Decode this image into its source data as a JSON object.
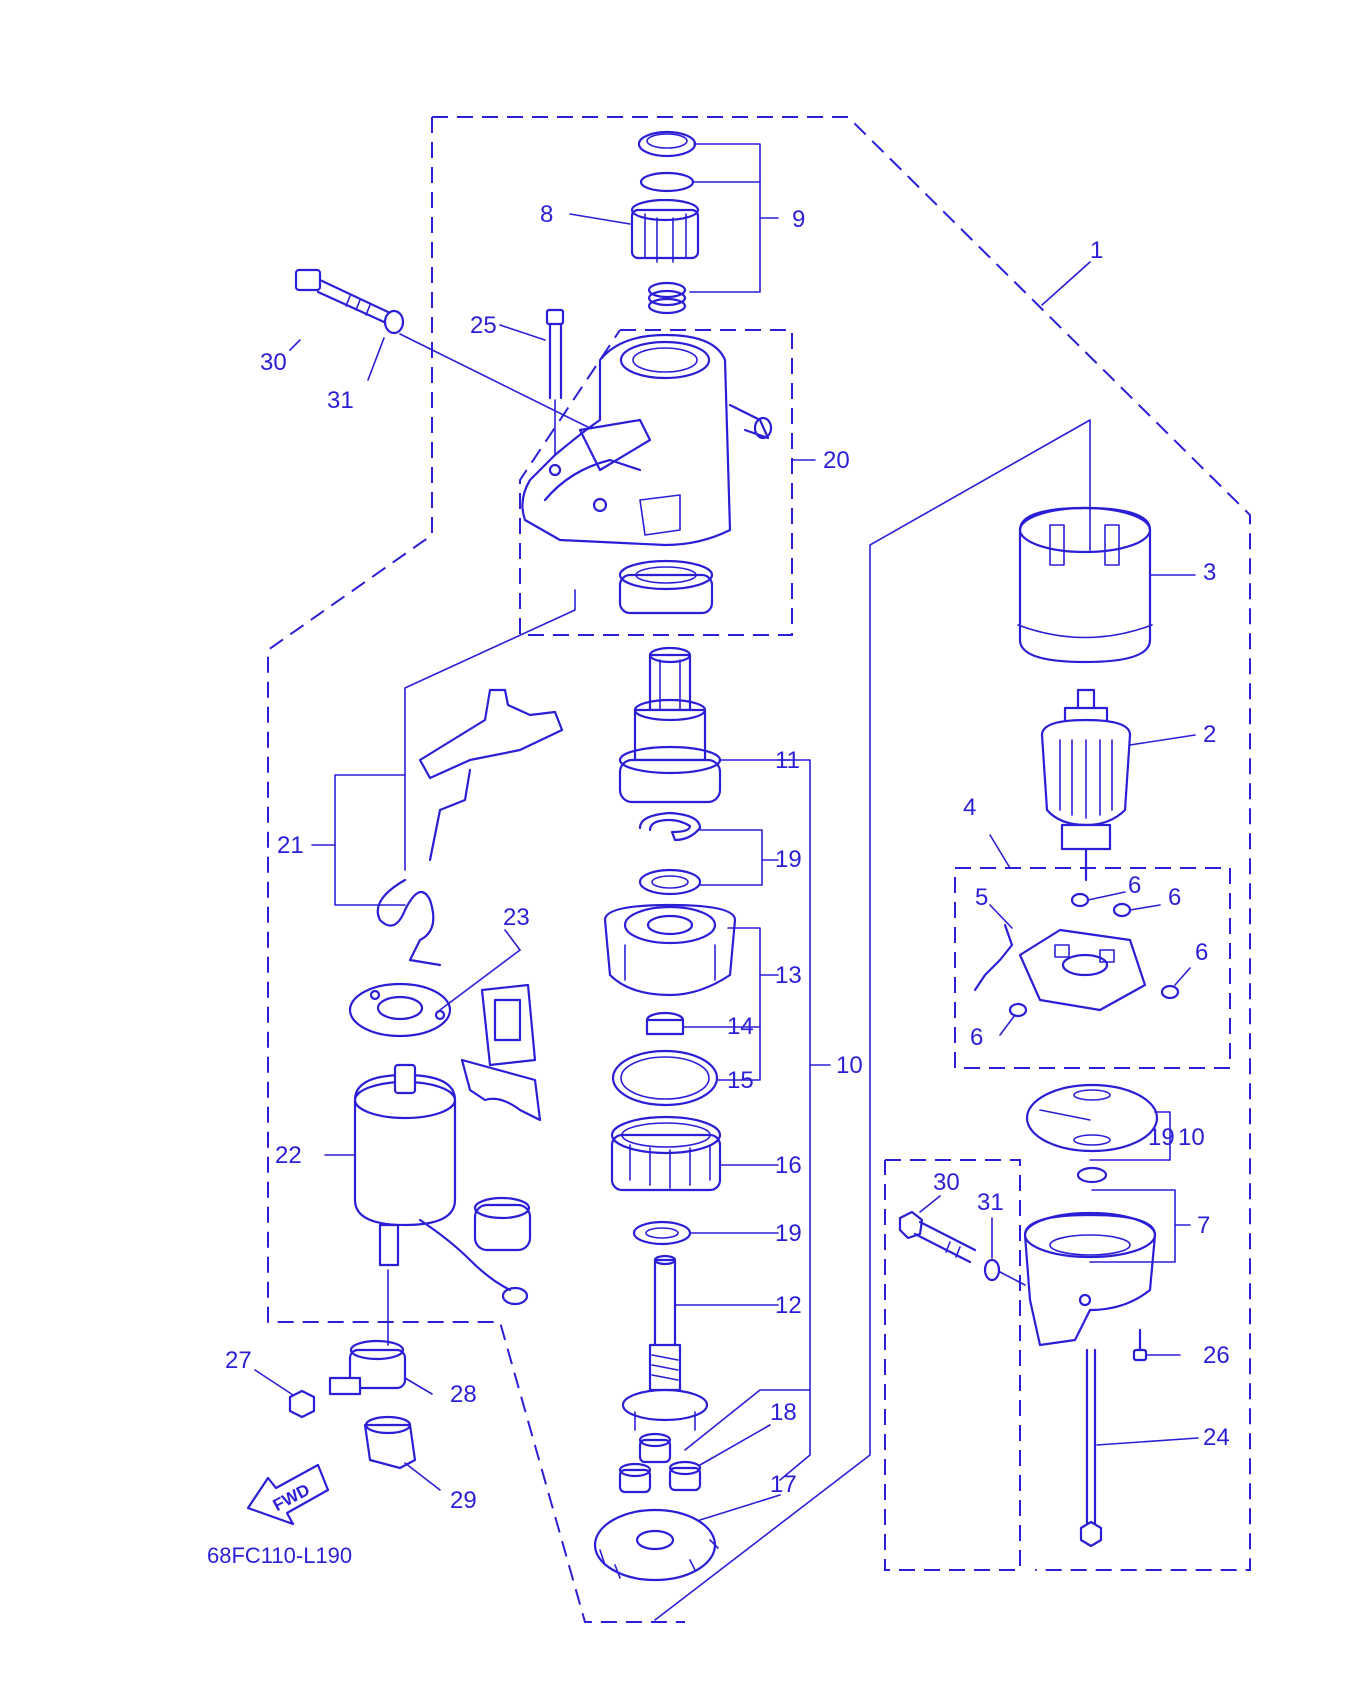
{
  "diagram": {
    "code": "68FC110-L190",
    "fwd_label": "FWD",
    "callouts": {
      "c1": "1",
      "c2": "2",
      "c3": "3",
      "c4": "4",
      "c5": "5",
      "c6a": "6",
      "c6b": "6",
      "c6c": "6",
      "c6d": "6",
      "c7": "7",
      "c8": "8",
      "c9": "9",
      "c10": "10",
      "c10b": "10",
      "c11": "11",
      "c12": "12",
      "c13": "13",
      "c14": "14",
      "c15": "15",
      "c16": "16",
      "c17": "17",
      "c18": "18",
      "c19a": "19",
      "c19b": "19",
      "c19c": "19",
      "c20": "20",
      "c21": "21",
      "c22": "22",
      "c23": "23",
      "c24": "24",
      "c25": "25",
      "c26": "26",
      "c27": "27",
      "c28": "28",
      "c29": "29",
      "c30a": "30",
      "c30b": "30",
      "c31a": "31",
      "c31b": "31"
    },
    "colors": {
      "ink": "#2b1fd6",
      "background": "#ffffff"
    }
  }
}
